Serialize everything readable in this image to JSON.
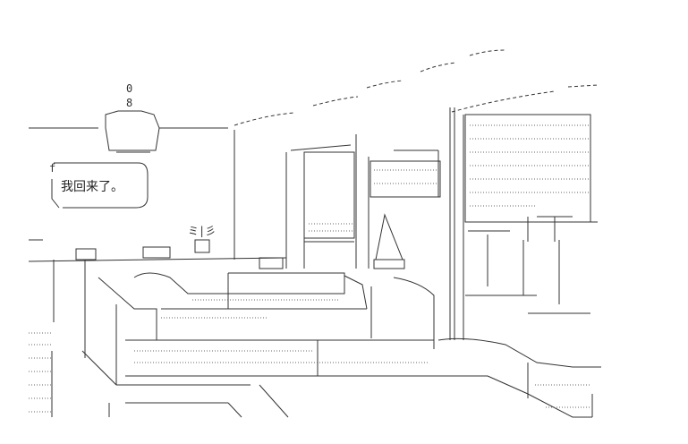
{
  "scene": {
    "speech_bubble": {
      "text": "我回来了。"
    },
    "lamp_chain_top": "0",
    "lamp_chain_bottom": "8",
    "bubble_tail_mark": "f",
    "plant_glyph": "ミ|彡"
  }
}
